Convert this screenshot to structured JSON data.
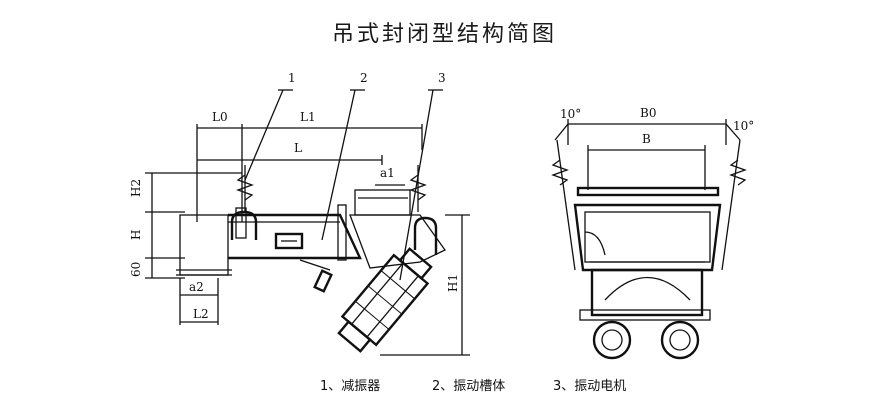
{
  "title": "吊式封闭型结构简图",
  "callouts": [
    "1",
    "2",
    "3"
  ],
  "dimensions": {
    "L0": "L0",
    "L1": "L1",
    "L": "L",
    "a1": "a1",
    "a2": "a2",
    "L2": "L2",
    "H2": "H2",
    "H": "H",
    "sixty": "60",
    "H1": "H1",
    "B0": "B0",
    "B": "B",
    "angle_left": "10°",
    "angle_right": "10°"
  },
  "legend": [
    "1、减振器",
    "2、振动槽体",
    "3、振动电机"
  ]
}
